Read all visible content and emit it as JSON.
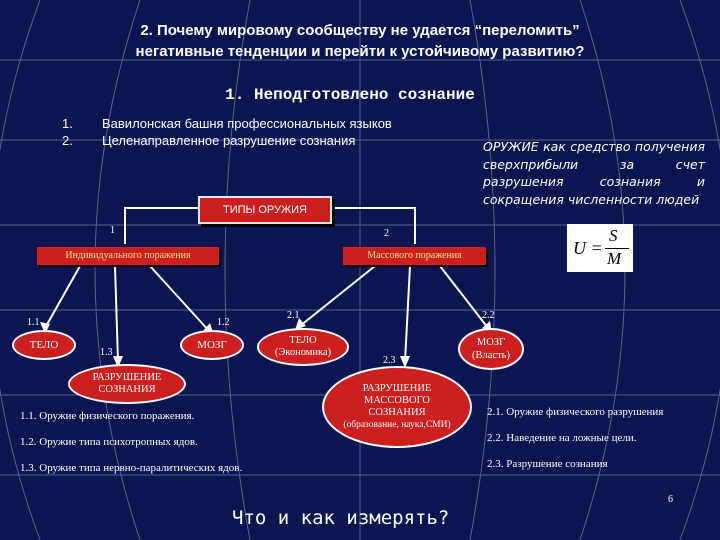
{
  "title_line1": "2. Почему мировому сообществу не удается “переломить”",
  "title_line2": "негативные тенденции и перейти к устойчивому развитию?",
  "subtitle": "1. Неподготовлено сознание",
  "list": [
    {
      "num": "1.",
      "text": "Вавилонская башня профессиональных языков"
    },
    {
      "num": "2.",
      "text": "Целенаправленное разрушение сознания"
    }
  ],
  "weapon_note": "ОРУЖИЕ как средство получения сверхприбыли за счет разрушения сознания и сокращения численности людей",
  "formula": {
    "lhs": "U =",
    "numerator": "S",
    "denominator": "M"
  },
  "types_box": "ТИПЫ ОРУЖИЯ",
  "branch_labels": {
    "b1": "1",
    "b2": "2",
    "b11": "1.1",
    "b12": "1.2",
    "b13": "1.3",
    "b21": "2.1",
    "b22": "2.2",
    "b23": "2.3"
  },
  "individual_box": "Индивидуального поражения",
  "mass_box": "Массового поражения",
  "nodes": {
    "telo1": "ТЕЛО",
    "mozg1": "МОЗГ",
    "razrush1_line1": "РАЗРУШЕНИЕ",
    "razrush1_line2": "СОЗНАНИЯ",
    "telo2_line1": "ТЕЛО",
    "telo2_line2": "(Экономика)",
    "mozg2_line1": "МОЗГ",
    "mozg2_line2": "(Власть)",
    "mass_line1": "РАЗРУШЕНИЕ",
    "mass_line2": "МАССОВОГО",
    "mass_line3": "СОЗНАНИЯ",
    "mass_line4": "(образование, наука,СМИ)"
  },
  "left_notes": [
    "1.1. Оружие физического поражения.",
    "1.2. Оружие типа психотропных ядов.",
    "1.3. Оружие типа нервно-паралитических ядов."
  ],
  "right_notes": [
    "2.1. Оружие физического разрушения",
    "2.2. Наведение на ложные цели.",
    "2.3. Разрушение сознания"
  ],
  "question": "Что и как измерять?",
  "page_number": "6",
  "colors": {
    "background": "#0b1650",
    "grid": "#8a93b8",
    "red": "#cc1f1f",
    "yellow_text": "#ffe28a"
  }
}
